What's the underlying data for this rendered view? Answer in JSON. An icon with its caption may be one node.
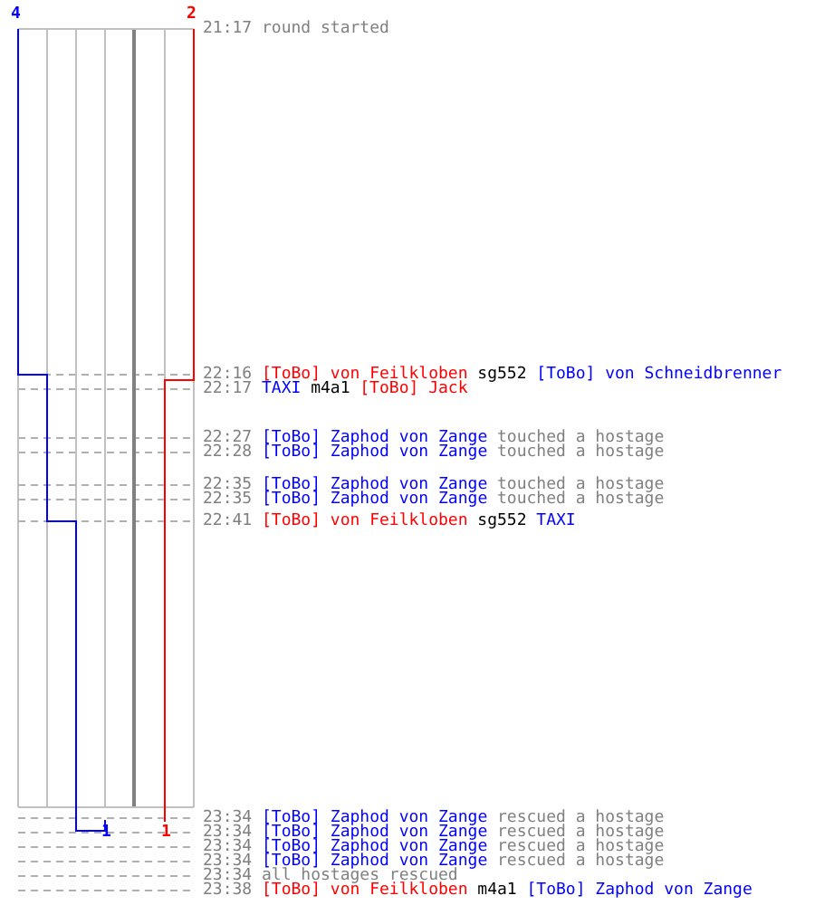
{
  "diagram": {
    "labels": [
      "4",
      "2",
      "21:17",
      "round started",
      "22:16",
      "[ToBo] von Feilkloben",
      "sg552",
      "[ToBo] von Schneidbrenner",
      "22:17",
      "TAXI",
      "m4a1",
      "[ToBo] Jack",
      "22:27",
      "[ToBo] Zaphod von Zange",
      "touched a hostage",
      "22:28",
      "[ToBo] Zaphod von Zange",
      "touched a hostage",
      "22:35",
      "[ToBo] Zaphod von Zange",
      "touched a hostage",
      "22:35",
      "[ToBo] Zaphod von Zange",
      "touched a hostage",
      "22:41",
      "[ToBo] von Feilkloben",
      "sg552",
      "TAXI",
      "1",
      "1",
      "23:34",
      "[ToBo] Zaphod von Zange",
      "rescued a hostage",
      "23:34",
      "[ToBo] Zaphod von Zange",
      "rescued a hostage",
      "23:34",
      "[ToBo] Zaphod von Zange",
      "rescued a hostage",
      "23:34",
      "[ToBo] Zaphod von Zange",
      "rescued a hostage",
      "23:34",
      "all hostages rescued",
      "23:38",
      "[ToBo] von Feilkloben",
      "m4a1",
      "[ToBo] Zaphod von Zange"
    ]
  }
}
